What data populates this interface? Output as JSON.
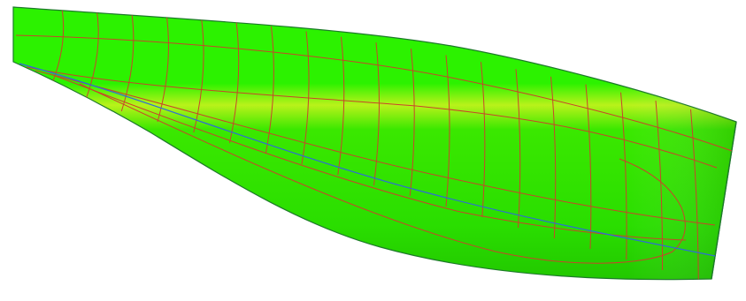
{
  "colors": {
    "background": "#ffffff",
    "hull_surface": "#2cf200",
    "hull_highlight": "#c9f21a",
    "hull_shadow": "#22c800",
    "grid_lines": "#c8452a",
    "keel_line": "#2f6bd8",
    "outline": "#1d7a2a"
  },
  "scene": {
    "subject": "hull-surface",
    "station_count": 19,
    "waterline_count": 5
  }
}
